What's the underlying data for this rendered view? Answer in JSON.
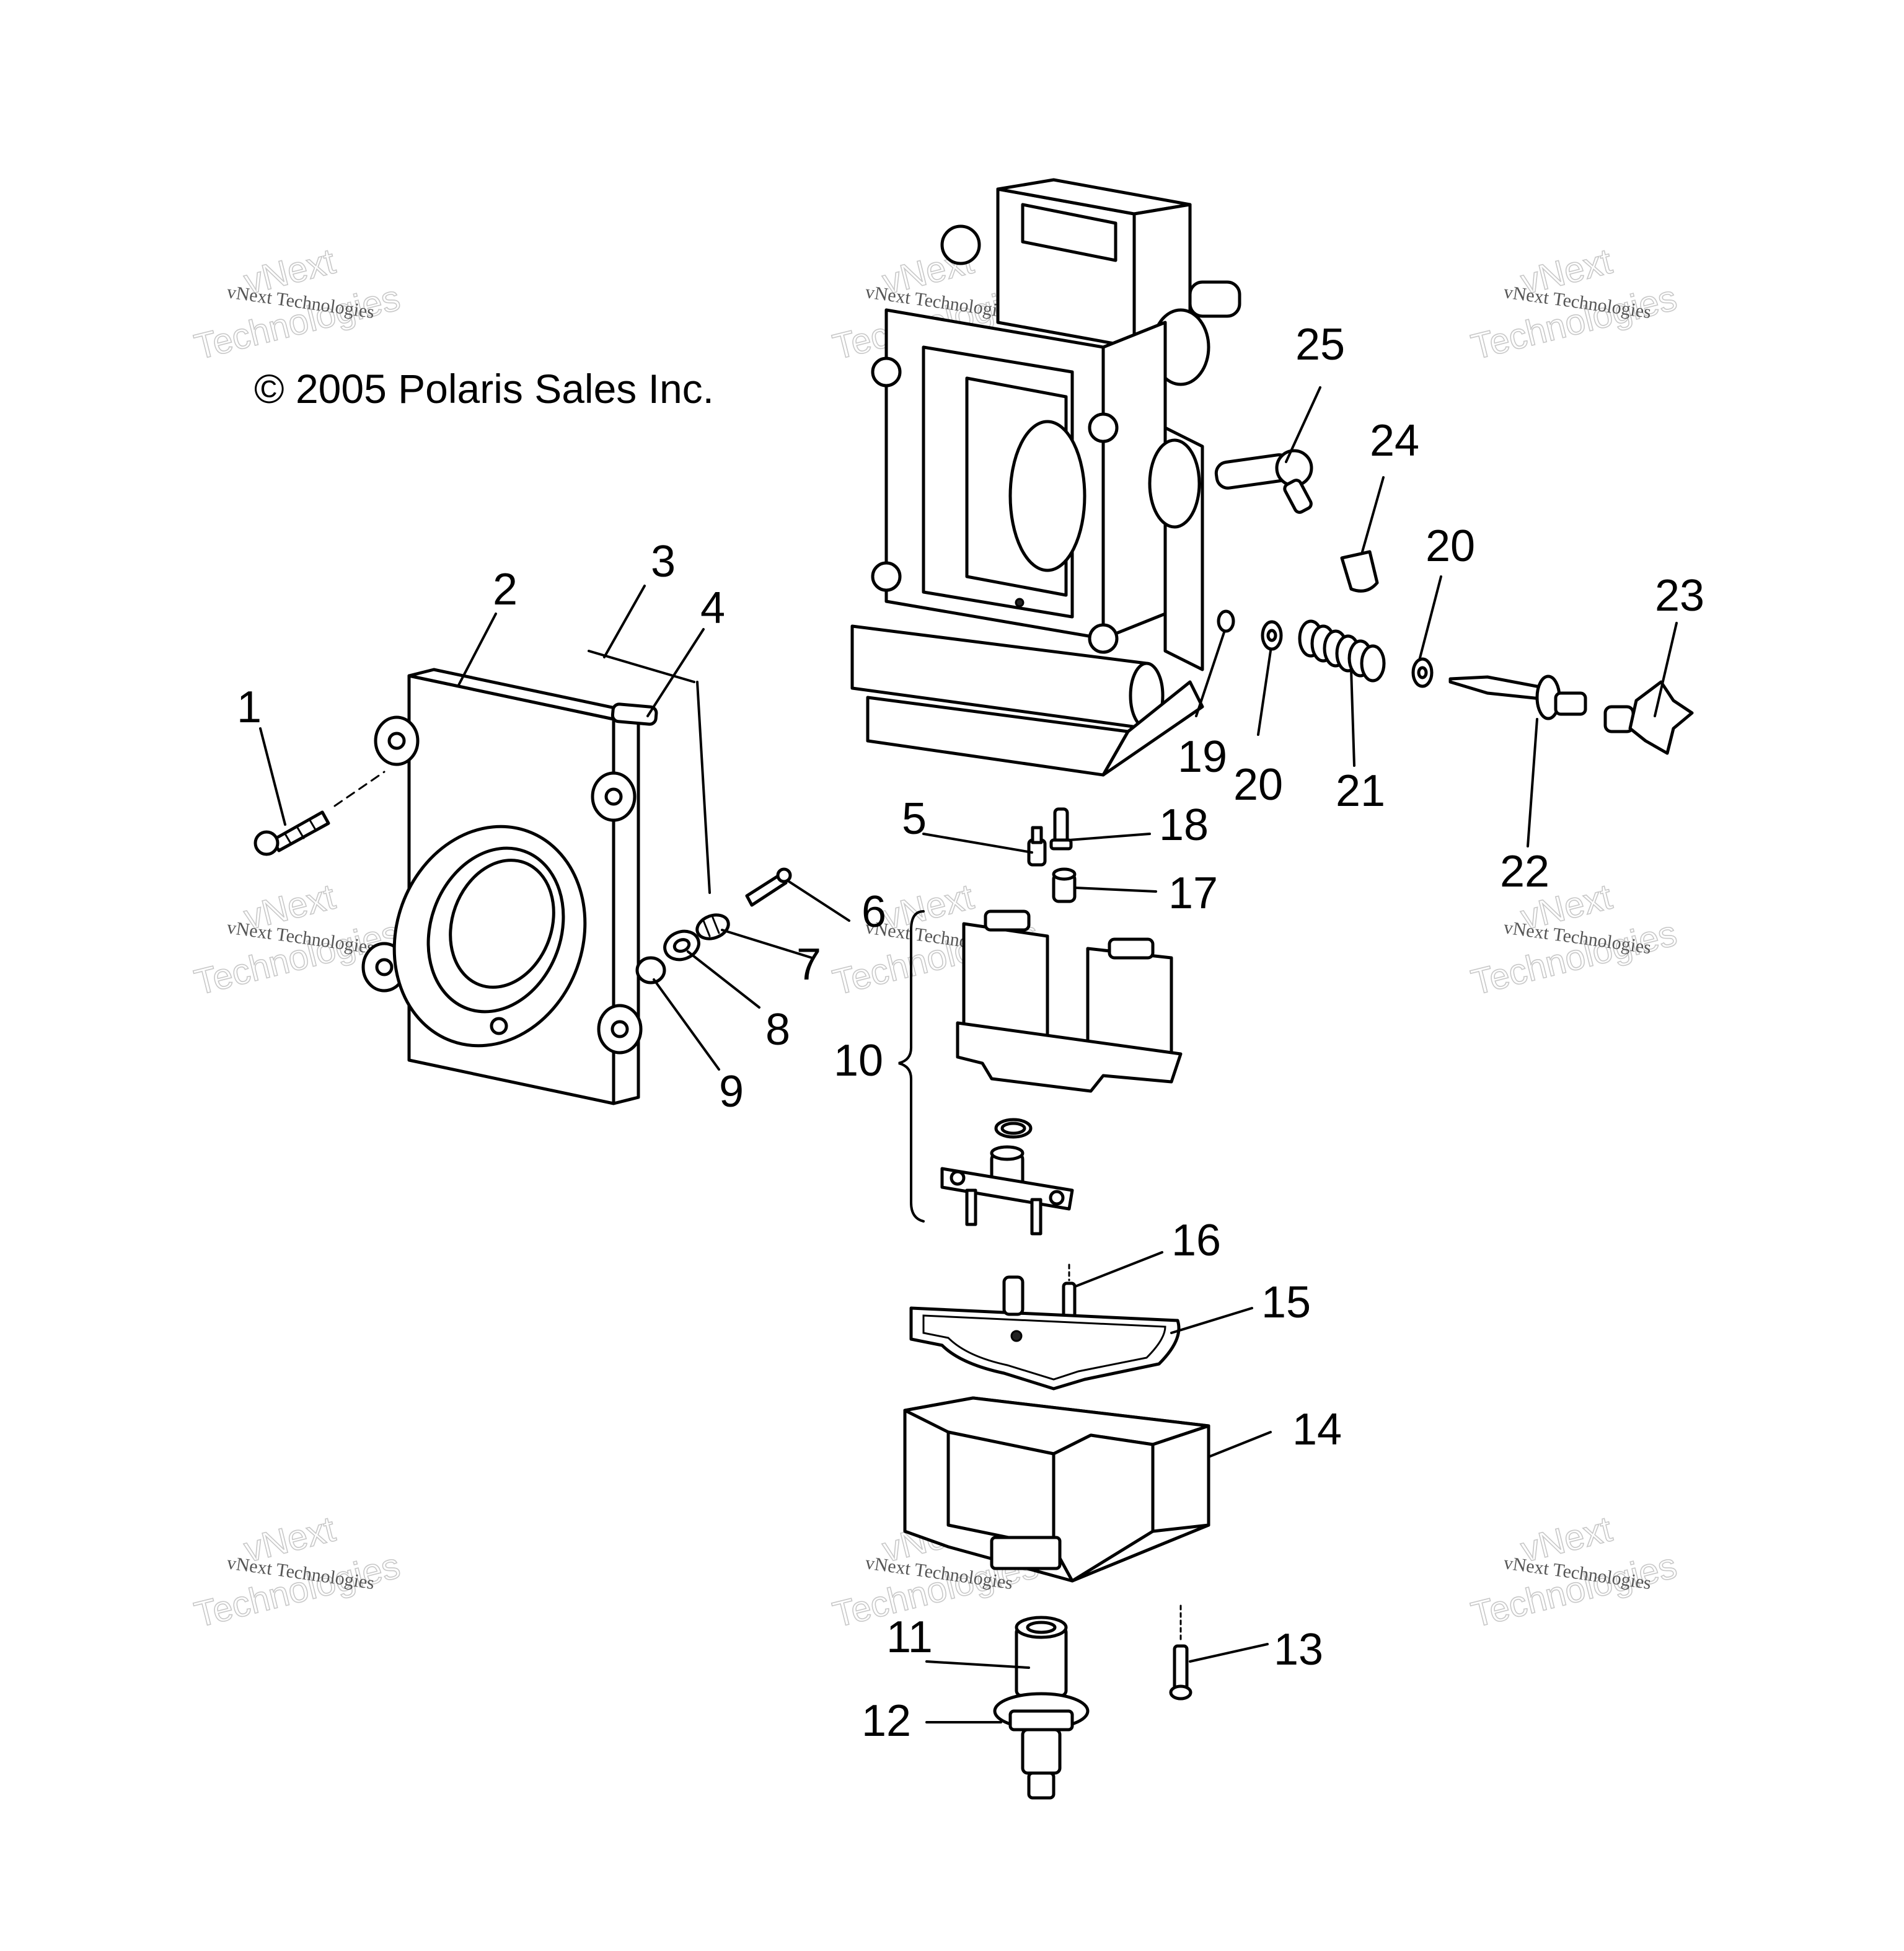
{
  "copyright": "© 2005 Polaris Sales Inc.",
  "watermark": {
    "small": "vNext Technologies",
    "big_line1": "vNext",
    "big_line2": "Technologies"
  },
  "callouts": {
    "c1": "1",
    "c2": "2",
    "c3": "3",
    "c4": "4",
    "c5": "5",
    "c6": "6",
    "c7": "7",
    "c8": "8",
    "c9": "9",
    "c10": "10",
    "c11": "11",
    "c12": "12",
    "c13": "13",
    "c14": "14",
    "c15": "15",
    "c16": "16",
    "c17": "17",
    "c18": "18",
    "c19": "19",
    "c20a": "20",
    "c20b": "20",
    "c21": "21",
    "c22": "22",
    "c23": "23",
    "c24": "24",
    "c25": "25"
  }
}
